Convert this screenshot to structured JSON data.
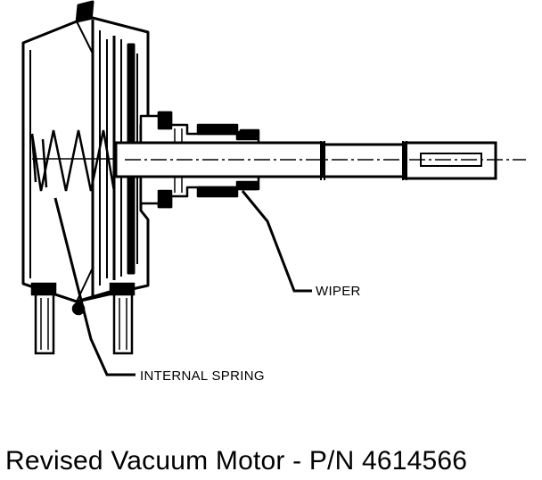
{
  "diagram": {
    "caption": "Revised Vacuum Motor - P/N 4614566",
    "labels": {
      "wiper": "WIPER",
      "internal_spring": "INTERNAL SPRING"
    },
    "colors": {
      "ink": "#000000",
      "paper": "#ffffff"
    }
  }
}
